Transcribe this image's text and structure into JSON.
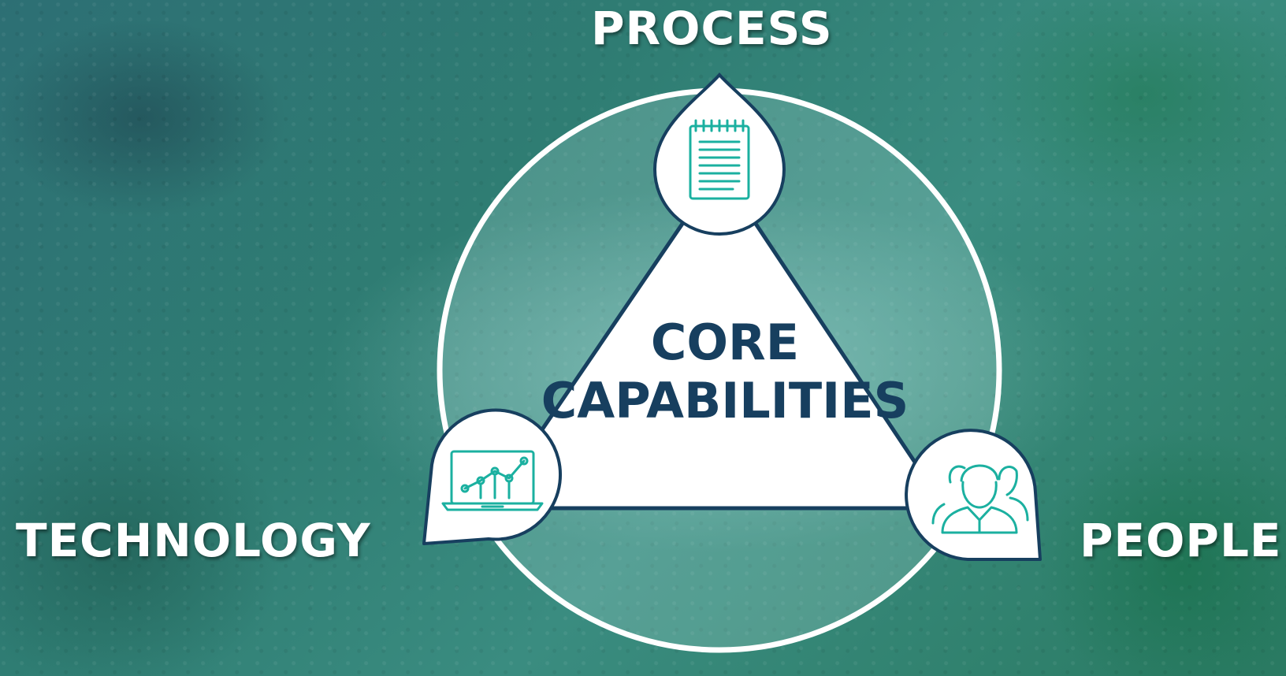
{
  "labels": {
    "process": "PROCESS",
    "technology": "TECHNOLOGY",
    "people": "PEOPLE"
  },
  "center": {
    "line1": "CORE",
    "line2": "CAPABILITIES"
  },
  "icons": {
    "process": "notepad-icon",
    "technology": "laptop-chart-icon",
    "people": "team-icon"
  },
  "colors": {
    "outline": "#173f5f",
    "icon_stroke": "#1bb0a0",
    "text_dark": "#173f5f",
    "white": "#ffffff"
  }
}
